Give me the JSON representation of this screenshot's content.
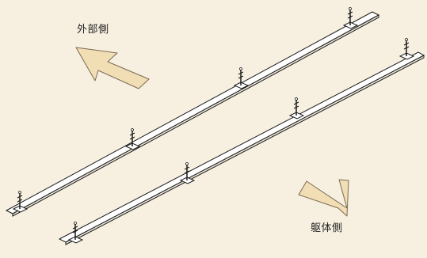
{
  "labels": {
    "outer_side": "外部側",
    "body_side": "躯体側"
  },
  "arrows": {
    "fill_color": "#f2deb4",
    "stroke_color": "#7a6a50"
  },
  "colors": {
    "background": "#f7f0e1",
    "plank_fill": "#ffffff",
    "plank_stroke": "#1a1a1a"
  },
  "diagram": {
    "planks": 2,
    "supports_per_plank": 4
  }
}
